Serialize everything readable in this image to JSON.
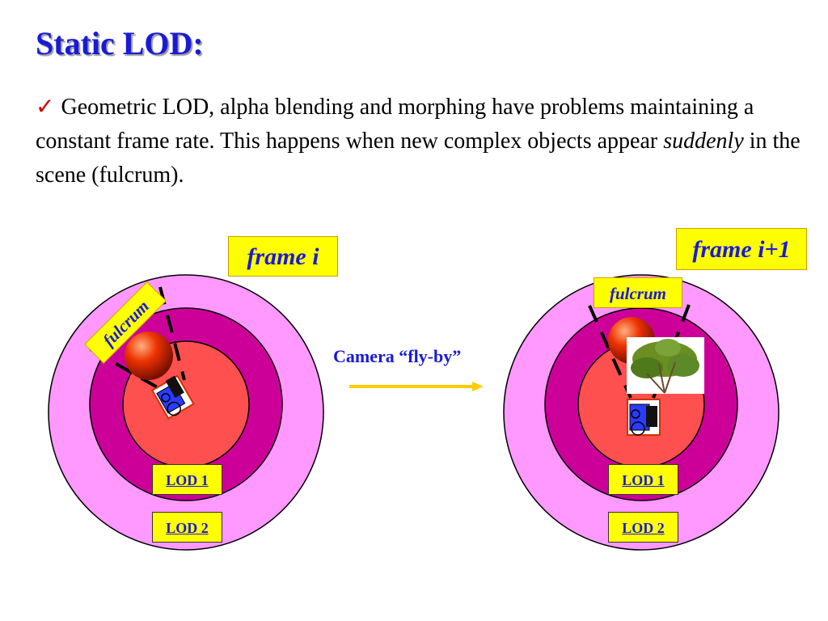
{
  "slide": {
    "title": "Static LOD:",
    "bullet_mark": "✓",
    "text_part1": "Geometric LOD, alpha blending and morphing have problems maintaining a constant frame rate. This happens when new complex objects appear ",
    "text_emphasis": "suddenly",
    "text_part2": " in the scene (fulcrum)."
  },
  "diagram": {
    "left_panel": {
      "frame_label": "frame i",
      "fulcrum_label": "fulcrum",
      "lod1": "LOD 1",
      "lod2": "LOD 2"
    },
    "right_panel": {
      "frame_label": "frame i+1",
      "fulcrum_label": "fulcrum",
      "lod1": "LOD 1",
      "lod2": "LOD 2"
    },
    "transition_label": "Camera “fly-by”",
    "colors": {
      "outer_ring": "#ff99ff",
      "middle_ring": "#cc0099",
      "inner_disk": "#ff5050",
      "label_fill": "#ffff00",
      "label_text": "#1a1ad6",
      "arrow": "#ffcc00"
    },
    "icons": [
      "sphere-object-icon",
      "robot-object-icon",
      "tree-object-icon",
      "arrow-right-icon"
    ]
  }
}
